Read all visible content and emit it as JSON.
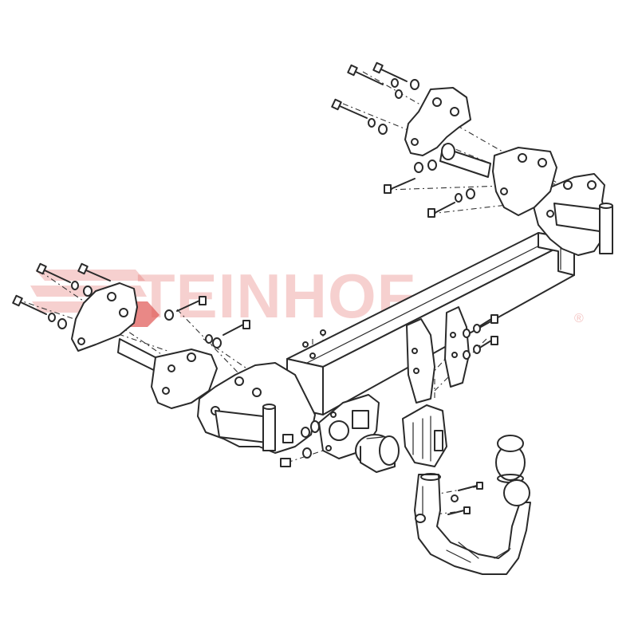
{
  "watermark": {
    "brand_text": "TEINHOF",
    "registered_mark": "®",
    "color": "#e05552"
  },
  "drawing": {
    "line_color": "#2a2a2a",
    "background": "#ffffff",
    "components": [
      "tow-bar-crossbeam",
      "left-mounting-bracket",
      "right-mounting-bracket",
      "detachable-tow-ball-neck",
      "tow-ball-cap",
      "electrical-socket",
      "socket-plate",
      "receiver-housing",
      "bolts-and-washers"
    ]
  }
}
